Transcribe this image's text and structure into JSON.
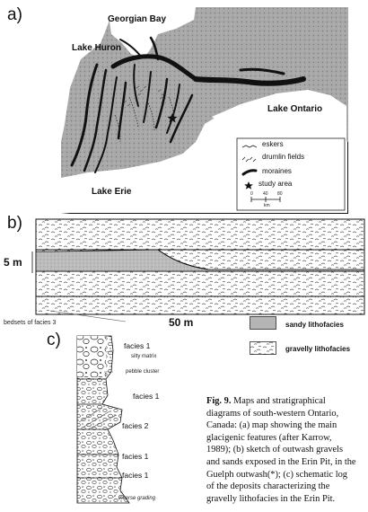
{
  "panel_a": {
    "label": "a)",
    "places": {
      "georgian_bay": "Georgian Bay",
      "lake_huron": "Lake Huron",
      "lake_ontario": "Lake Ontario",
      "lake_erie": "Lake Erie"
    },
    "legend": {
      "eskers": "eskers",
      "drumlin_fields": "drumlin fields",
      "moraines": "moraines",
      "study_area": "study area",
      "scale_0": "0",
      "scale_40": "40",
      "scale_80": "80",
      "scale_unit": "km"
    }
  },
  "panel_b": {
    "label": "b)",
    "height_label": "5 m",
    "length_label": "50 m",
    "bedsets_label": "bedsets of facies 3",
    "legend": {
      "sandy": "sandy lithofacies",
      "gravelly": "gravelly lithofacies"
    }
  },
  "panel_c": {
    "label": "c)",
    "facies_labels": [
      "facies 1",
      "facies 1",
      "facies 2",
      "facies 1",
      "facies 1"
    ],
    "annotations": {
      "silty_matrix": "silty matrix",
      "pebble_cluster": "pebble cluster",
      "inverse_grading": "inverse grading"
    }
  },
  "caption": {
    "fig_label": "Fig. 9.",
    "text": "Maps and stratigraphical diagrams of south-western Ontario, Canada: (a) map showing the main glacigenic features (after Karrow, 1989); (b) sketch of outwash gravels and sands exposed in the Erin Pit, in the Guelph outwash(*); (c) schematic log of the deposits characterizing the gravelly lithofacies in the Erin Pit."
  }
}
